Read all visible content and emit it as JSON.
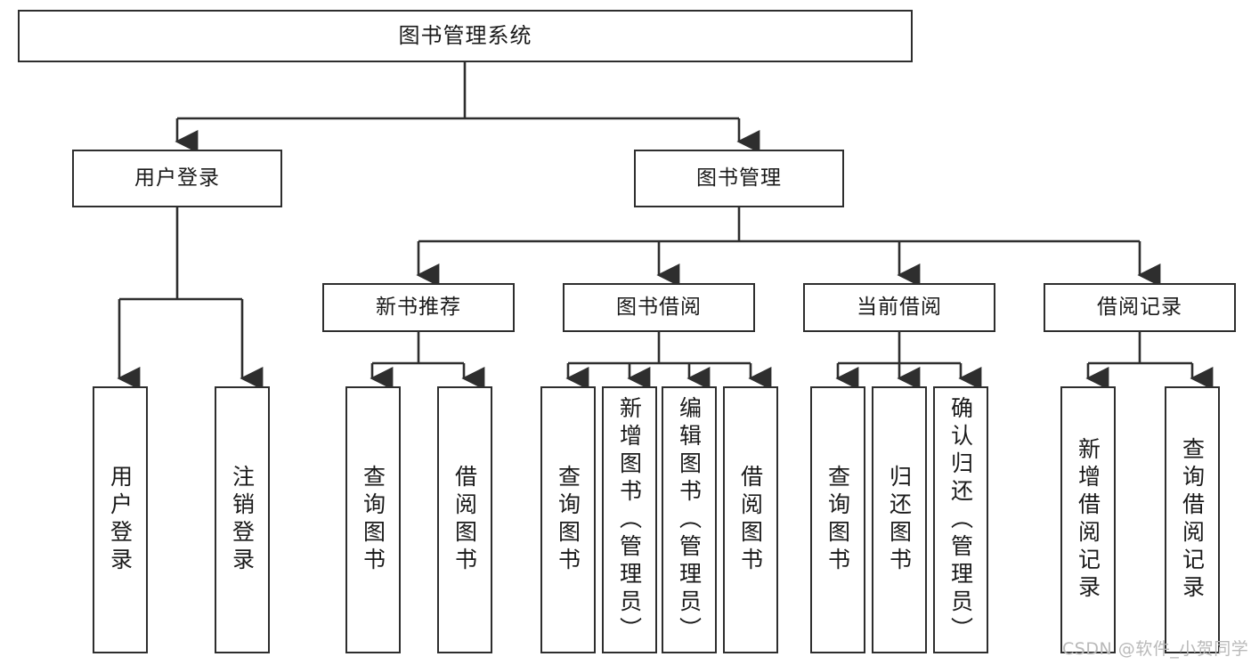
{
  "diagram": {
    "title": "图书管理系统",
    "watermark": "CSDN @软件_小贺同学",
    "line_color": "#2e2e2e",
    "text_color": "#1a1a1a",
    "background": "#ffffff",
    "watermark_color": "#b9b9b9"
  },
  "nodes": {
    "root": {
      "label": "图书管理系统"
    },
    "level2": [
      {
        "label": "用户登录"
      },
      {
        "label": "图书管理"
      }
    ],
    "level3": [
      {
        "label": "新书推荐"
      },
      {
        "label": "图书借阅"
      },
      {
        "label": "当前借阅"
      },
      {
        "label": "借阅记录"
      }
    ],
    "leaves_user_login": [
      {
        "label": "用户登录"
      },
      {
        "label": "注销登录"
      }
    ],
    "leaves_new_book": [
      {
        "label": "查询图书"
      },
      {
        "label": "借阅图书"
      }
    ],
    "leaves_borrow": [
      {
        "label": "查询图书"
      },
      {
        "label": "新增图书（管理员）"
      },
      {
        "label": "编辑图书（管理员）"
      },
      {
        "label": "借阅图书"
      }
    ],
    "leaves_current": [
      {
        "label": "查询图书"
      },
      {
        "label": "归还图书"
      },
      {
        "label": "确认归还（管理员）"
      }
    ],
    "leaves_record": [
      {
        "label": "新增借阅记录"
      },
      {
        "label": "查询借阅记录"
      }
    ]
  },
  "chart_data": {
    "type": "tree-diagram",
    "title": "图书管理系统 功能结构图",
    "root": "图书管理系统",
    "hierarchy": [
      {
        "name": "用户登录",
        "children": [
          "用户登录",
          "注销登录"
        ]
      },
      {
        "name": "图书管理",
        "children": [
          {
            "name": "新书推荐",
            "children": [
              "查询图书",
              "借阅图书"
            ]
          },
          {
            "name": "图书借阅",
            "children": [
              "查询图书",
              "新增图书（管理员）",
              "编辑图书（管理员）",
              "借阅图书"
            ]
          },
          {
            "name": "当前借阅",
            "children": [
              "查询图书",
              "归还图书",
              "确认归还（管理员）"
            ]
          },
          {
            "name": "借阅记录",
            "children": [
              "新增借阅记录",
              "查询借阅记录"
            ]
          }
        ]
      }
    ]
  }
}
